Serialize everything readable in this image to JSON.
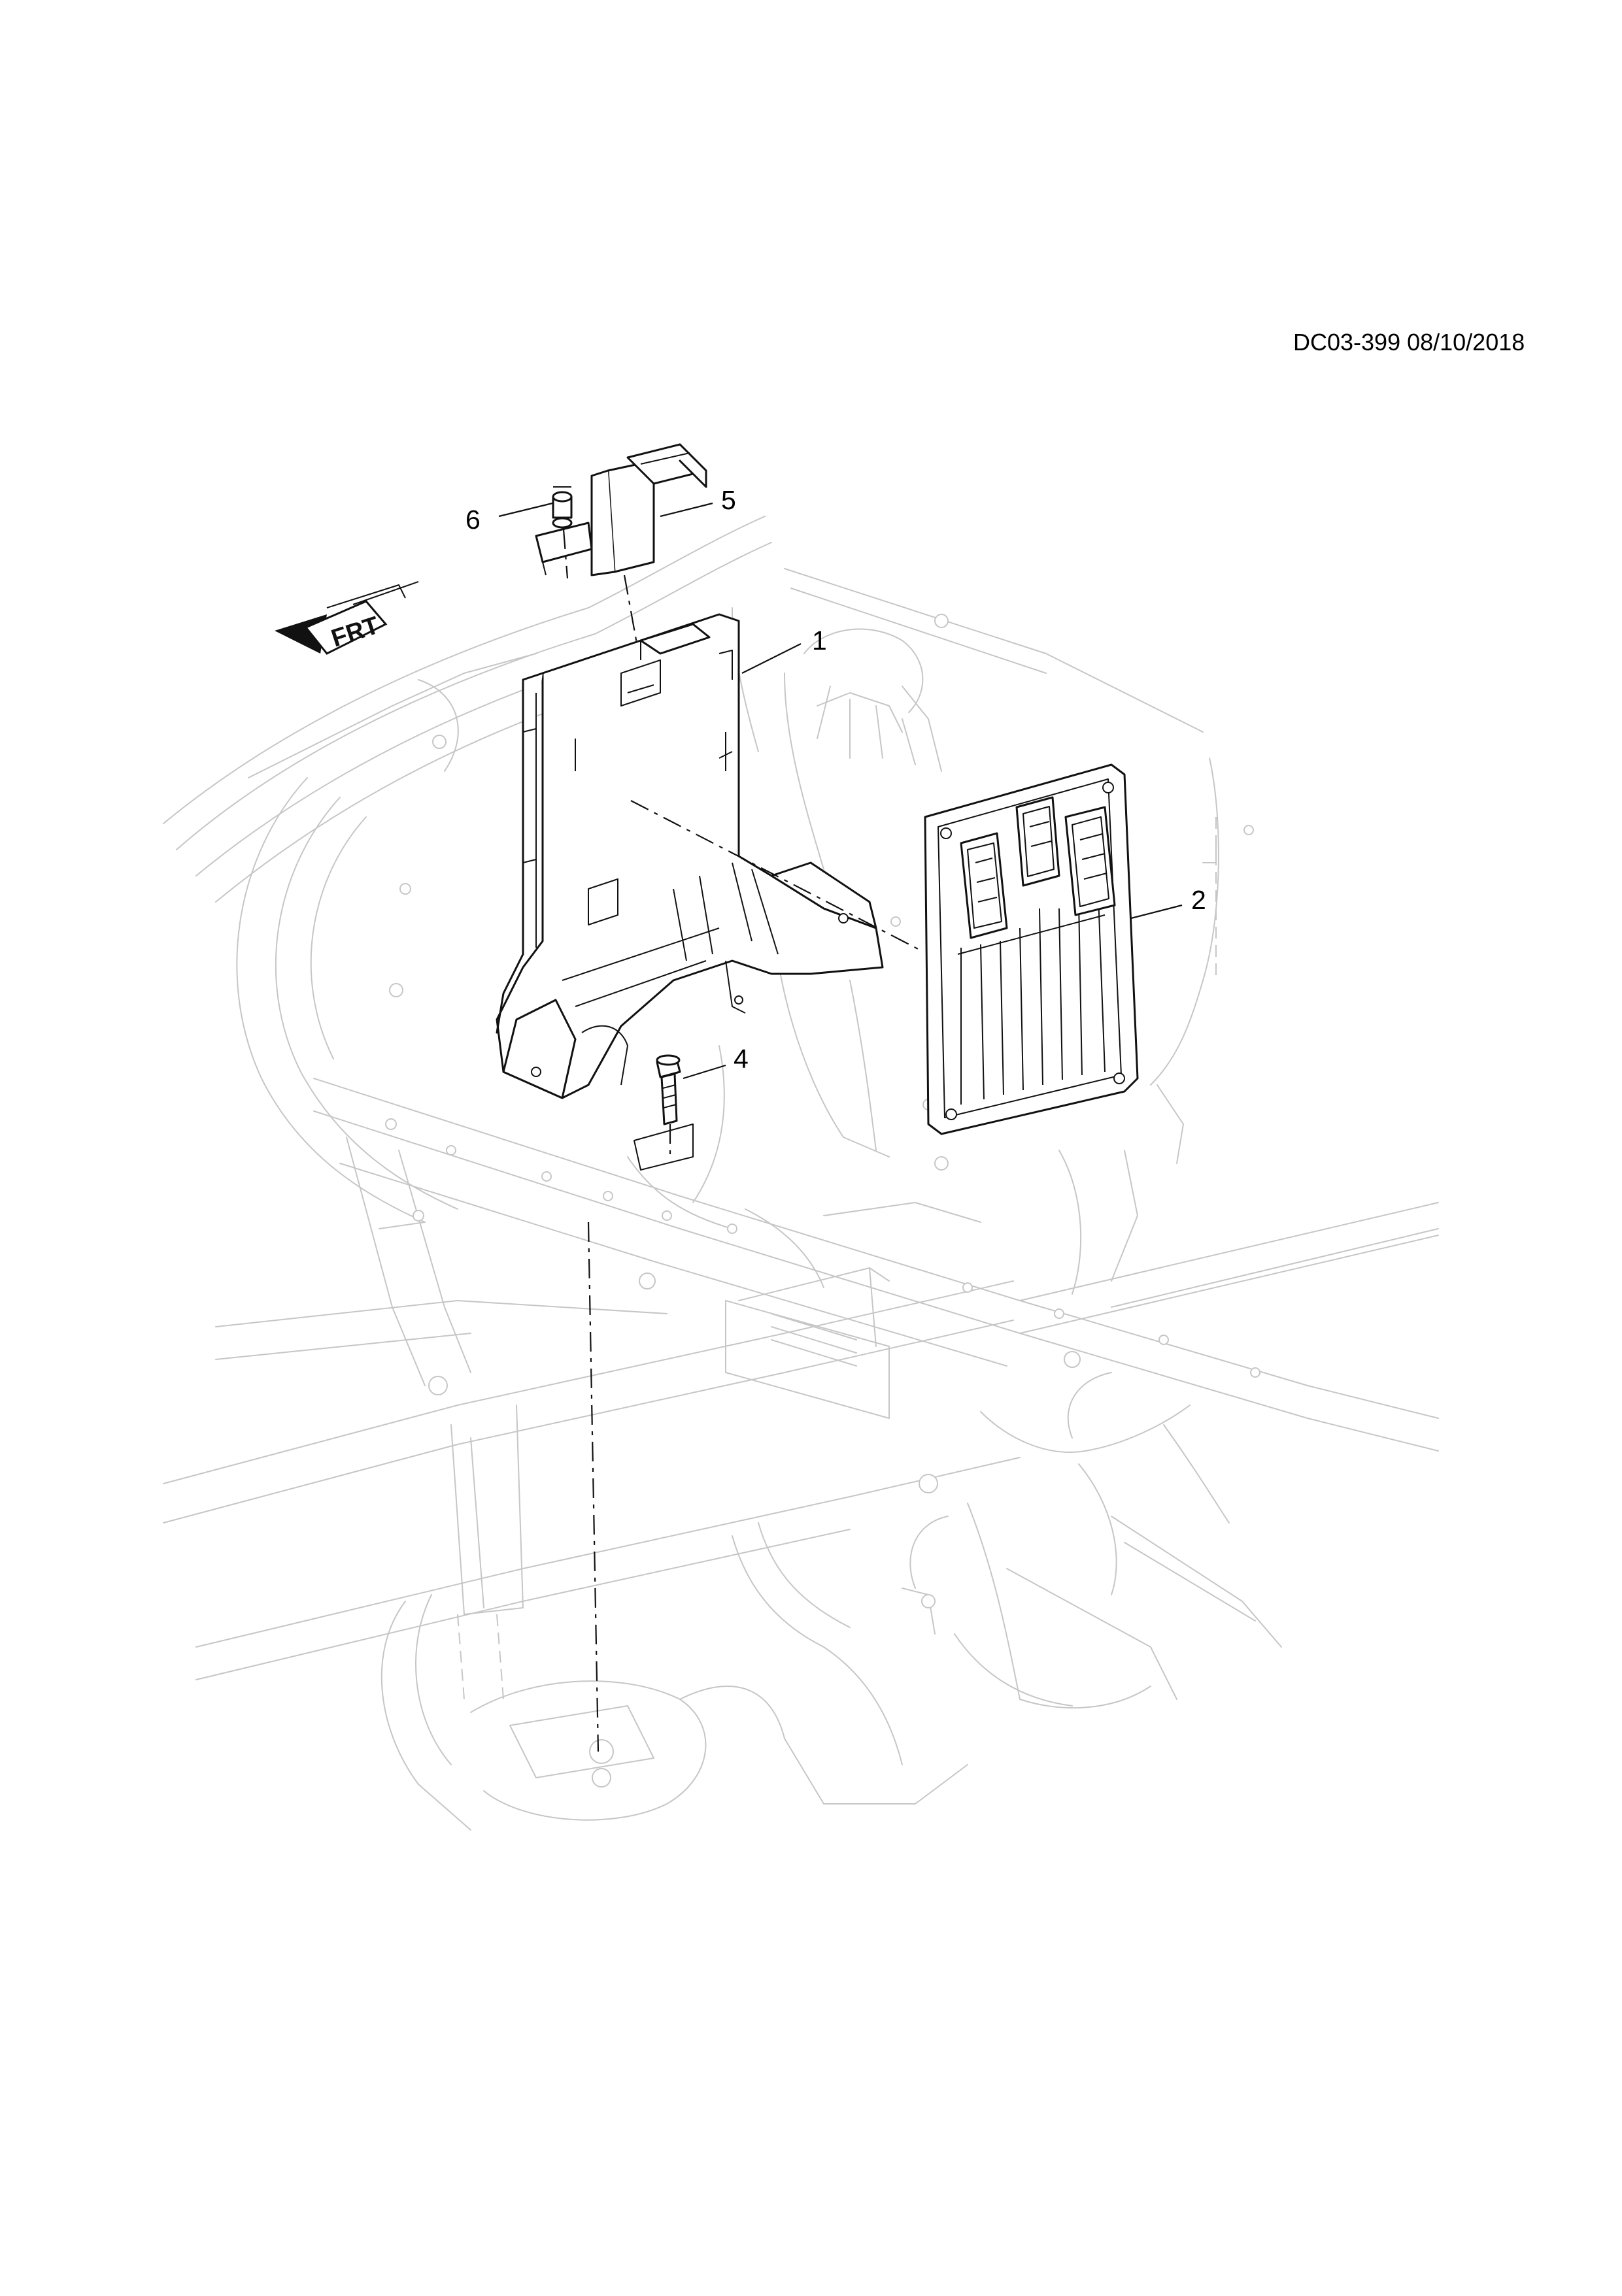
{
  "document_id": "DC03-399 08/10/2018",
  "orientation_arrow": {
    "label": "FRT",
    "icon": "front-direction-arrow-icon"
  },
  "callouts": [
    "1",
    "2",
    "4",
    "5",
    "6"
  ],
  "parts": [
    {
      "callout": "1",
      "icon": "mounting-bracket-icon"
    },
    {
      "callout": "2",
      "icon": "control-module-icon"
    },
    {
      "callout": "4",
      "icon": "bolt-icon"
    },
    {
      "callout": "5",
      "icon": "upper-bracket-icon"
    },
    {
      "callout": "6",
      "icon": "nut-icon"
    }
  ],
  "colors": {
    "line": "#111111",
    "background_line": "#c6c6c6",
    "paper": "#ffffff"
  }
}
